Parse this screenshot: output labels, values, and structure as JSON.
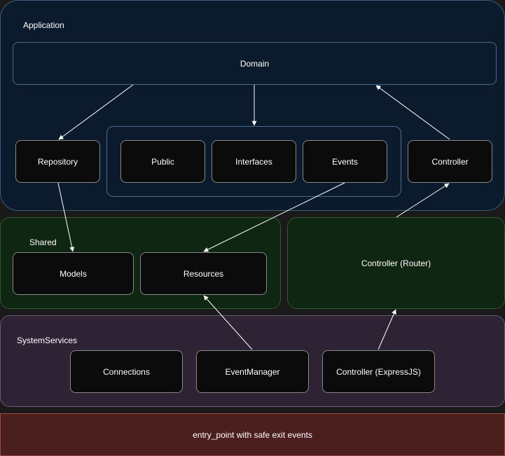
{
  "regions": {
    "application": "Application",
    "shared": "Shared",
    "system_services": "SystemServices"
  },
  "boxes": {
    "domain": "Domain",
    "repository": "Repository",
    "public": "Public",
    "interfaces": "Interfaces",
    "events": "Events",
    "controller": "Controller",
    "models": "Models",
    "resources": "Resources",
    "controller_router": "Controller (Router)",
    "connections": "Connections",
    "event_manager": "EventManager",
    "controller_express": "Controller (ExpressJS)",
    "entry_point": "entry_point with safe exit events"
  },
  "colors": {
    "application": "#0b1a2c",
    "shared": "#0f2612",
    "system_services": "#2e2334",
    "entry_point": "#4a1f1e",
    "box": "#0b0b0b",
    "arrow": "#ffffff"
  }
}
